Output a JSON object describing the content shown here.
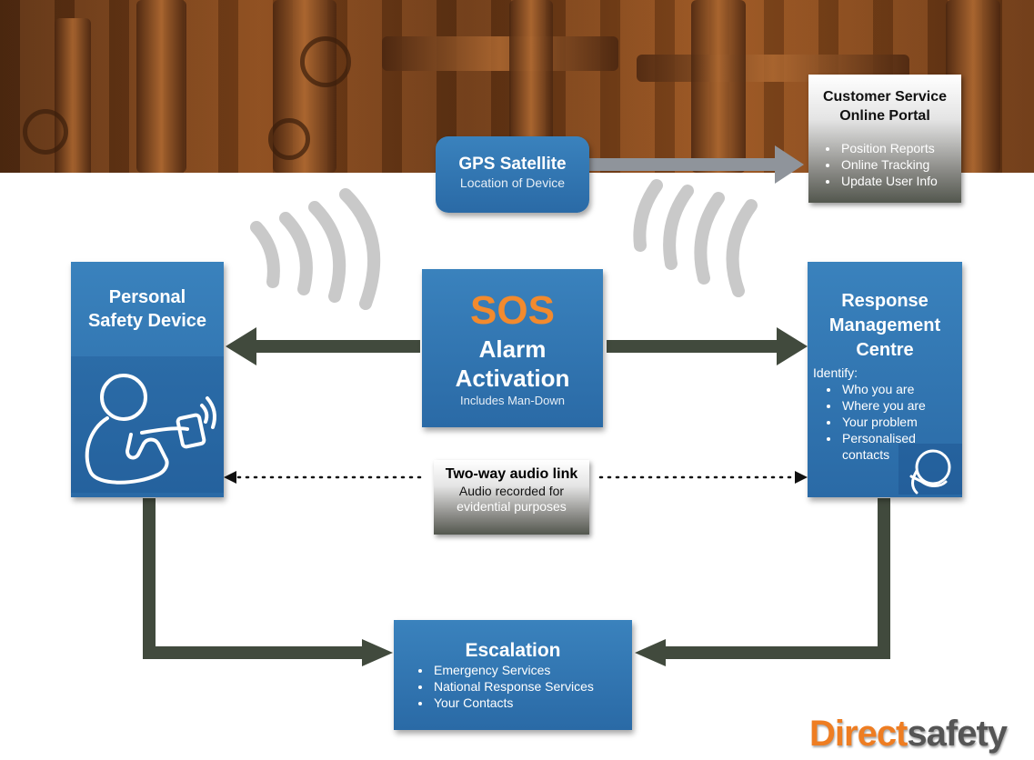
{
  "colors": {
    "box_blue": "#2f75b1",
    "sos_orange": "#f28a2e",
    "arrow_dark": "#414a3d",
    "arrow_grey": "#8f949b",
    "wave_grey": "#c8c8c8"
  },
  "gps": {
    "title": "GPS Satellite",
    "subtitle": "Location of Device"
  },
  "portal": {
    "title_line1": "Customer Service",
    "title_line2": "Online Portal",
    "items": [
      "Position Reports",
      "Online Tracking",
      "Update User Info"
    ]
  },
  "device": {
    "title_line1": "Personal",
    "title_line2": "Safety Device",
    "icon": "person-with-device-icon"
  },
  "sos": {
    "sos": "SOS",
    "line1": "Alarm",
    "line2": "Activation",
    "note": "Includes Man-Down"
  },
  "rmc": {
    "title_line1": "Response",
    "title_line2": "Management",
    "title_line3": "Centre",
    "intro": "Identify:",
    "items": [
      "Who you are",
      "Where you are",
      "Your problem",
      "Personalised contacts"
    ],
    "icon": "operator-headset-icon"
  },
  "audio": {
    "title": "Two-way audio link",
    "line1": "Audio recorded for",
    "line2": "evidential purposes"
  },
  "escalation": {
    "title": "Escalation",
    "items": [
      "Emergency Services",
      "National Response Services",
      "Your Contacts"
    ]
  },
  "logo": {
    "part1": "Direct",
    "part2": "safety"
  }
}
